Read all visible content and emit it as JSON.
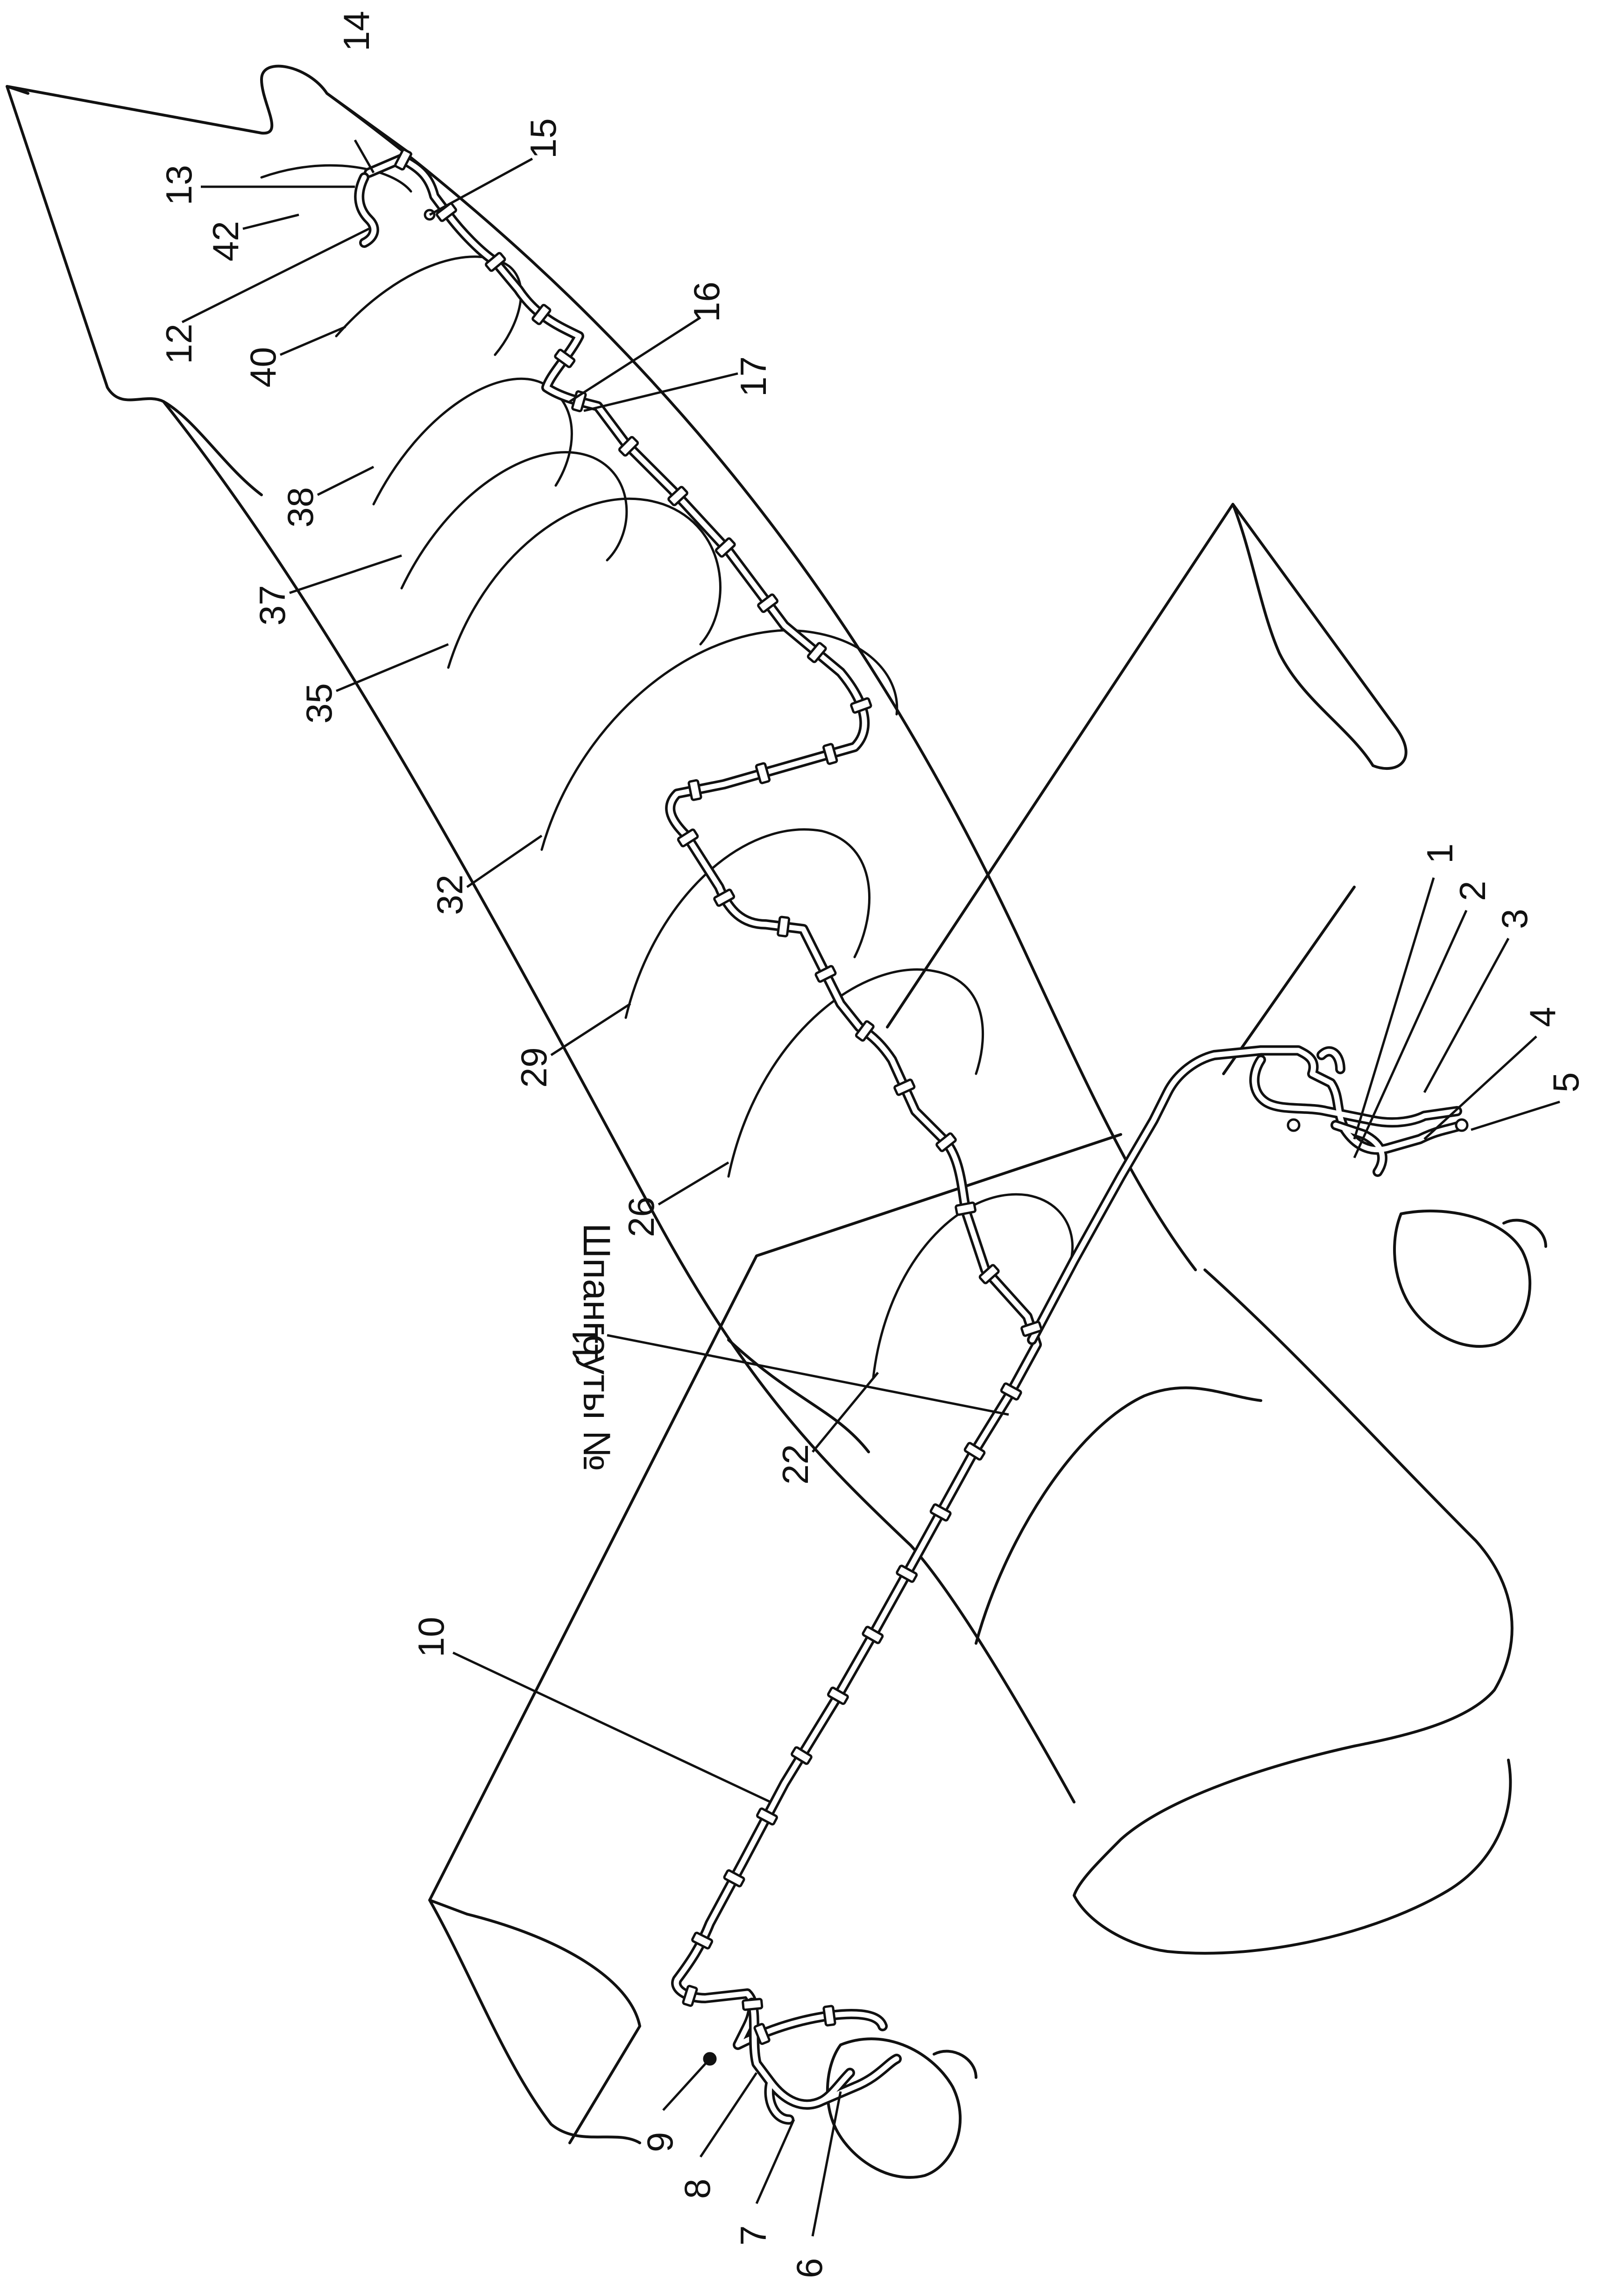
{
  "diagram": {
    "caption": "Шпангоуты №",
    "frame_numbers": [
      "42",
      "40",
      "38",
      "37",
      "35",
      "32",
      "29",
      "26",
      "22"
    ],
    "part_numbers": [
      "1",
      "2",
      "3",
      "4",
      "5",
      "6",
      "7",
      "8",
      "9",
      "10",
      "11",
      "12",
      "13",
      "14",
      "15",
      "16",
      "17"
    ]
  }
}
